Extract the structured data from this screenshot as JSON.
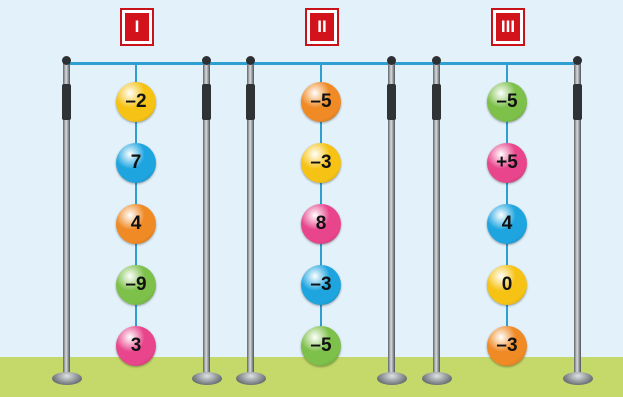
{
  "frames": [
    {
      "label": "I",
      "beads": [
        {
          "value": "–2",
          "color": "yellow"
        },
        {
          "value": "7",
          "color": "blue"
        },
        {
          "value": "4",
          "color": "orange"
        },
        {
          "value": "–9",
          "color": "green"
        },
        {
          "value": "3",
          "color": "pink"
        }
      ]
    },
    {
      "label": "II",
      "beads": [
        {
          "value": "–5",
          "color": "orange"
        },
        {
          "value": "–3",
          "color": "yellow"
        },
        {
          "value": "8",
          "color": "pink"
        },
        {
          "value": "–3",
          "color": "blue"
        },
        {
          "value": "–5",
          "color": "green"
        }
      ]
    },
    {
      "label": "III",
      "beads": [
        {
          "value": "–5",
          "color": "green"
        },
        {
          "value": "+5",
          "color": "pink"
        },
        {
          "value": "4",
          "color": "blue"
        },
        {
          "value": "0",
          "color": "yellow"
        },
        {
          "value": "–3",
          "color": "orange"
        }
      ]
    }
  ],
  "colors": {
    "yellow": "#f6c315",
    "blue": "#1ea5e0",
    "orange": "#ef8a25",
    "green": "#7dc04a",
    "pink": "#e8458c",
    "wire": "#2f9fd2",
    "label_red": "#d3131b",
    "ground": "#c5d96a",
    "sky": "#e3f1fa"
  }
}
